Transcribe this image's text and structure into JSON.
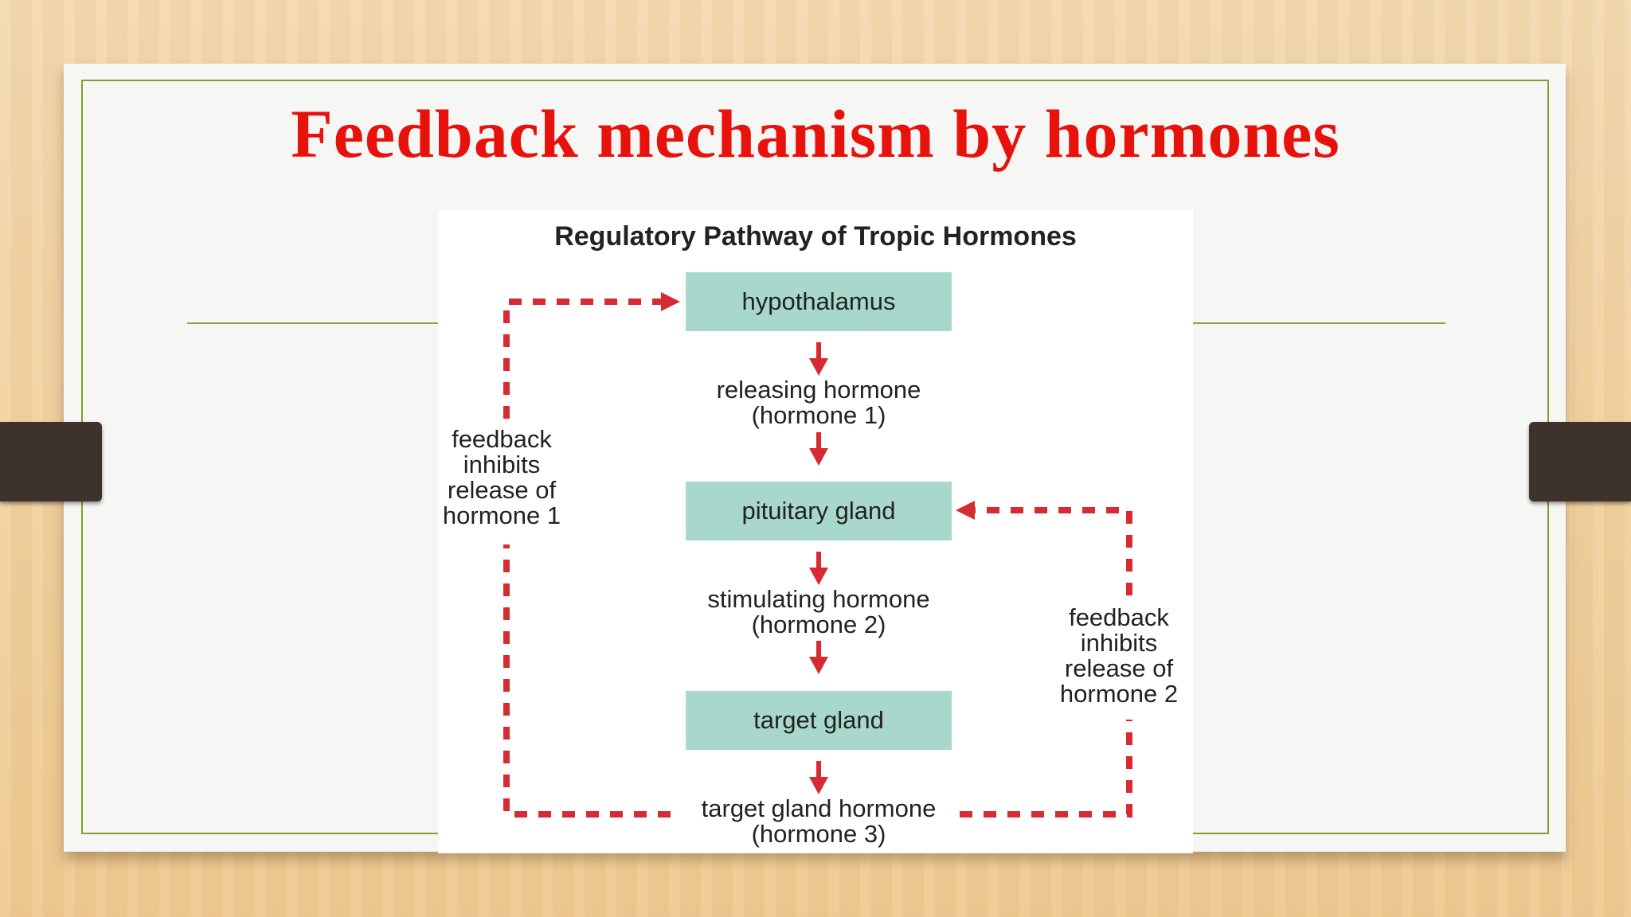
{
  "slide": {
    "title": "Feedback mechanism by hormones"
  },
  "figure": {
    "title": "Regulatory Pathway of Tropic Hormones",
    "boxes": {
      "hypothalamus": "hypothalamus",
      "pituitary": "pituitary gland",
      "target": "target gland"
    },
    "hormones": {
      "releasing": {
        "line1": "releasing hormone",
        "line2": "(hormone 1)"
      },
      "stimulating": {
        "line1": "stimulating hormone",
        "line2": "(hormone 2)"
      },
      "target_gland_hormone": {
        "line1": "target gland hormone",
        "line2": "(hormone 3)"
      }
    },
    "feedback_left": {
      "line1": "feedback",
      "line2": "inhibits",
      "line3": "release of",
      "line4": "hormone 1"
    },
    "feedback_right": {
      "line1": "feedback",
      "line2": "inhibits",
      "line3": "release of",
      "line4": "hormone 2"
    }
  },
  "colors": {
    "title_red": "#e8120c",
    "arrow_red": "#d72b33",
    "box_teal": "#a8d8cc",
    "frame_green": "#7fa12d"
  }
}
